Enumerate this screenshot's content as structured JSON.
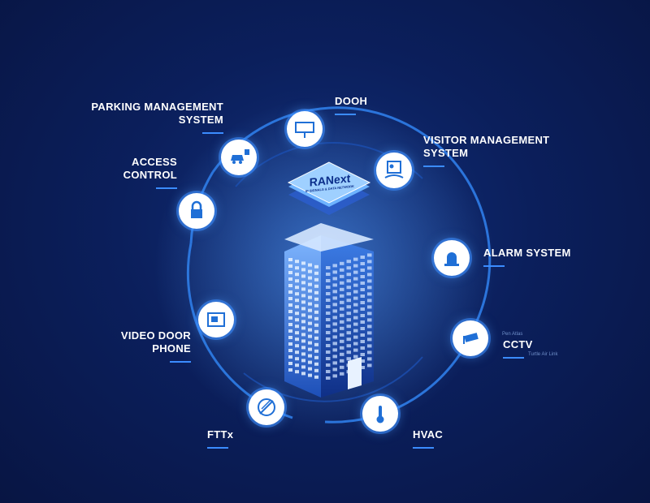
{
  "logo": {
    "text": "RANext",
    "tagline": "IP SIGNALS & DATA NETWORK"
  },
  "cctv_small_top": "Pen Atlas",
  "cctv_small_bottom": "Turtle Air Link",
  "nodes": [
    {
      "id": "dooh",
      "label": "DOOH",
      "icon": "billboard-icon"
    },
    {
      "id": "parking",
      "label": "PARKING MANAGEMENT\nSYSTEM",
      "icon": "car-parking-icon"
    },
    {
      "id": "access",
      "label": "ACCESS\nCONTROL",
      "icon": "lock-icon"
    },
    {
      "id": "visitor",
      "label": "VISITOR MANAGEMENT\nSYSTEM",
      "icon": "id-card-icon"
    },
    {
      "id": "alarm",
      "label": "ALARM SYSTEM",
      "icon": "alarm-light-icon"
    },
    {
      "id": "cctv",
      "label": "CCTV",
      "icon": "camera-icon"
    },
    {
      "id": "video",
      "label": "VIDEO DOOR\nPHONE",
      "icon": "video-phone-icon"
    },
    {
      "id": "fttx",
      "label": "FTTx",
      "icon": "fiber-icon"
    },
    {
      "id": "hvac",
      "label": "HVAC",
      "icon": "thermometer-icon"
    }
  ],
  "colors": {
    "accent": "#3b8cff",
    "background": "#0b1f5c",
    "node": "#ffffff",
    "icon": "#1f6fd6"
  }
}
